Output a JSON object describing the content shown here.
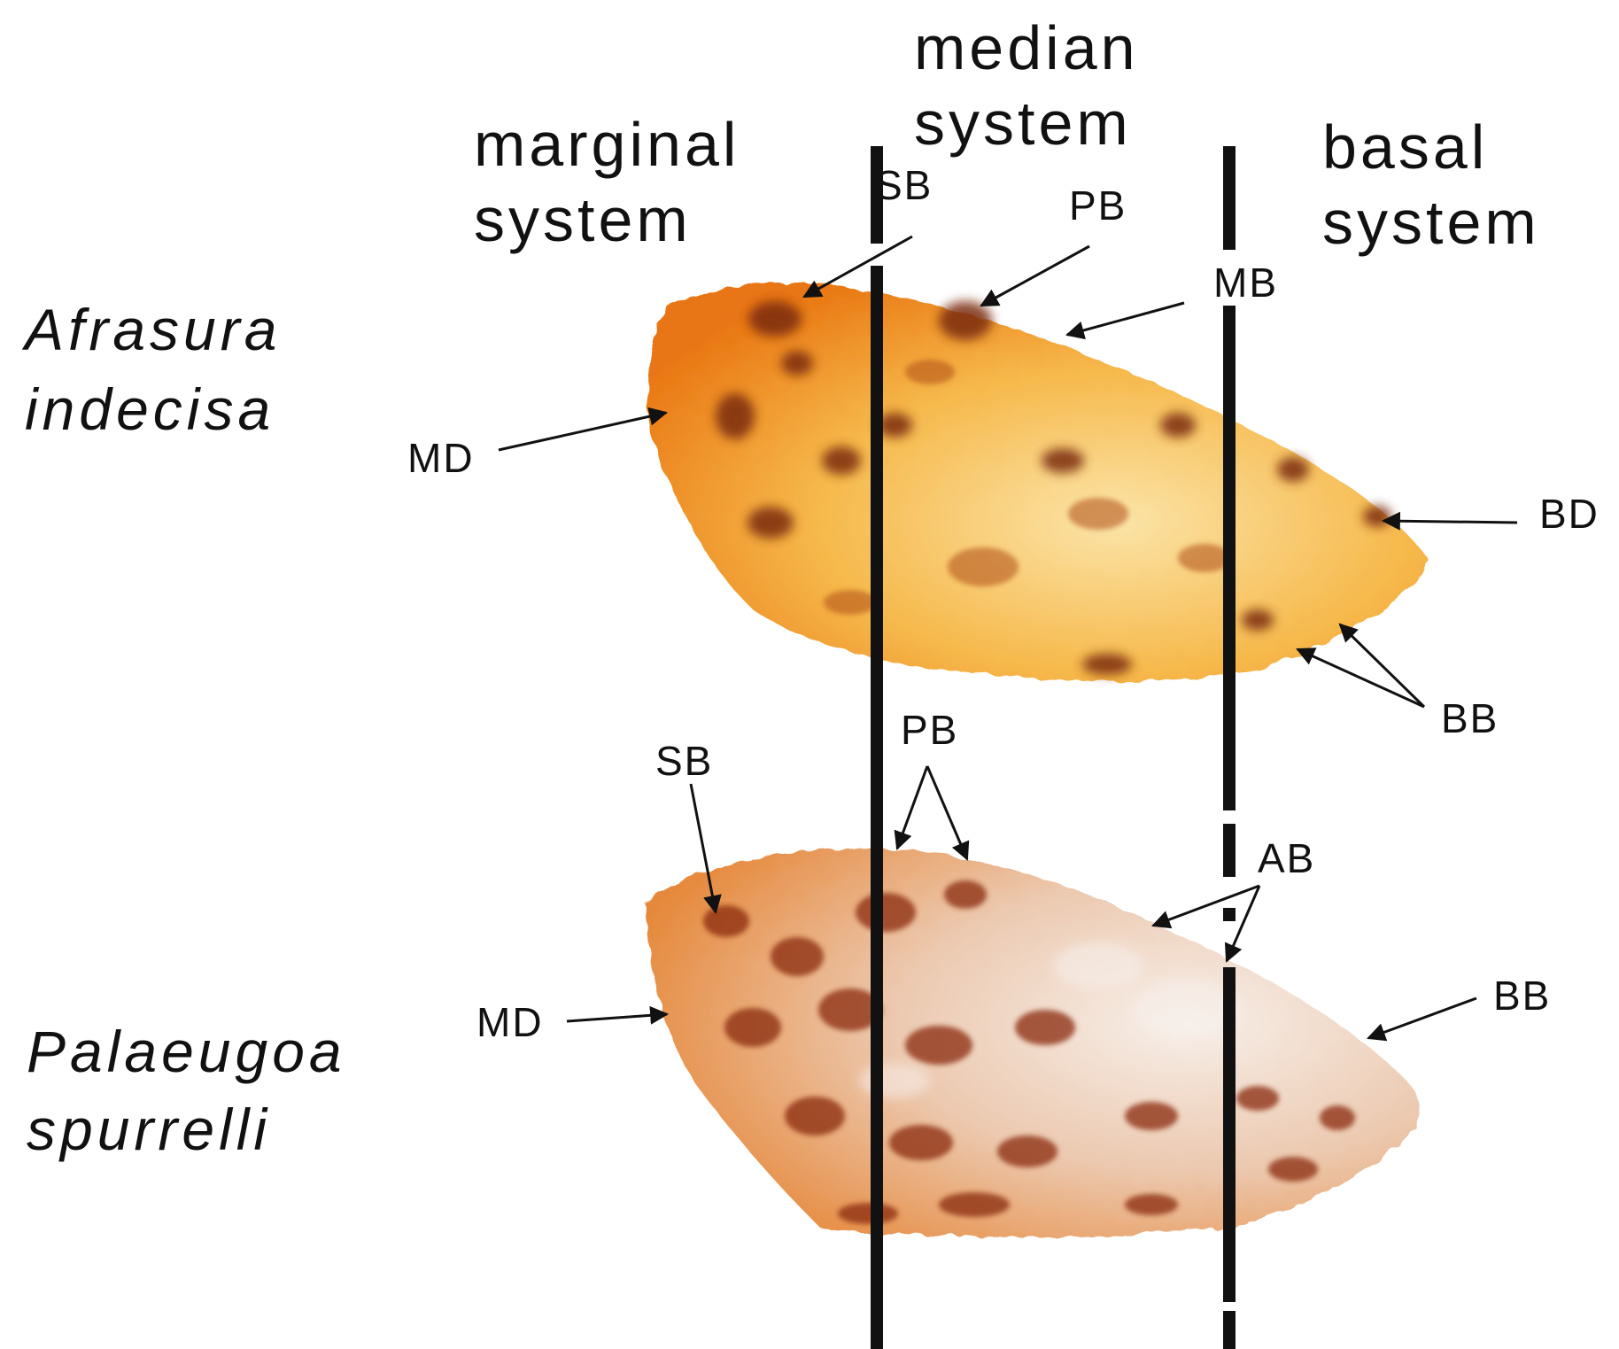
{
  "systems": {
    "marginal": [
      "marginal",
      "system"
    ],
    "median": [
      "median",
      "system"
    ],
    "basal": [
      "basal",
      "system"
    ]
  },
  "species": {
    "top": [
      "Afrasura",
      "indecisa"
    ],
    "bottom": [
      "Palaeugoa",
      "spurrelli"
    ]
  },
  "annotations": {
    "top": {
      "sb": "SB",
      "pb": "PB",
      "mb": "MB",
      "md": "MD",
      "bd": "BD",
      "bb": "BB"
    },
    "bottom": {
      "sb": "SB",
      "pb": "PB",
      "ab": "AB",
      "md": "MD",
      "bb": "BB"
    }
  },
  "colors": {
    "wing_orange": "#f08a1c",
    "wing_pale": "#fbe7b0",
    "wing_speckle": "#8a2a10",
    "wing2_pale": "#f4e6dd",
    "ink": "#111111"
  }
}
